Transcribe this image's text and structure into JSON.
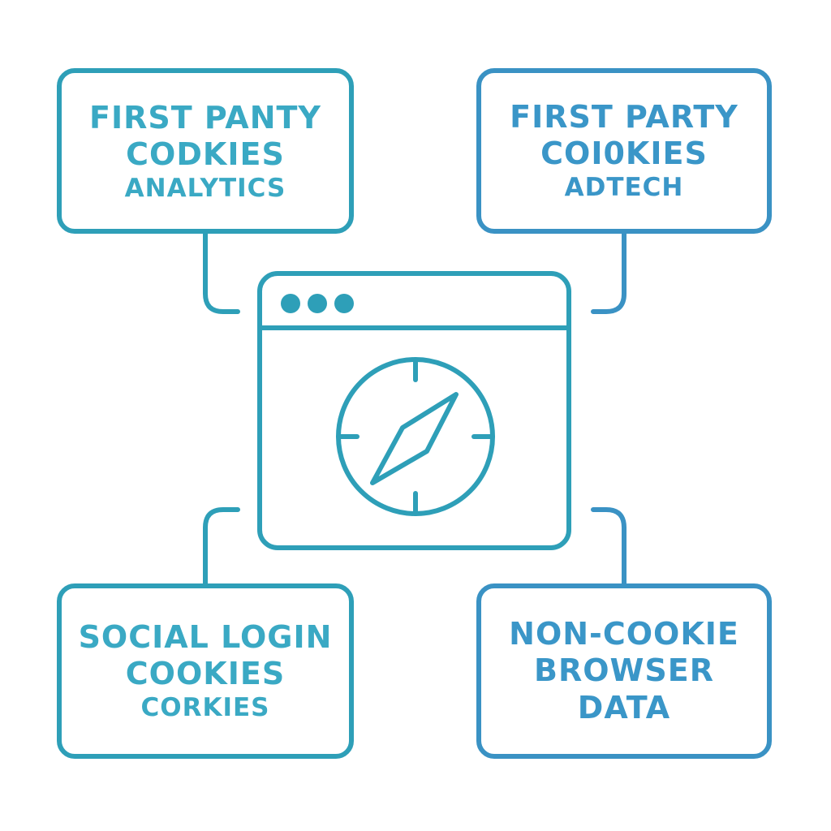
{
  "diagram": {
    "colors": {
      "teal": "#2e9fb8",
      "blue": "#3a92c4",
      "background": "#ffffff"
    },
    "center": {
      "kind": "browser-window",
      "icon": "compass-icon"
    },
    "boxes": [
      {
        "id": "top-left",
        "lines": [
          "FIRST PANTY",
          "CODKIES",
          "ANALYTICS"
        ]
      },
      {
        "id": "top-right",
        "lines": [
          "FIRST PARTY",
          "COI0KIES",
          "ADTECH"
        ]
      },
      {
        "id": "bottom-left",
        "lines": [
          "SOCIAL LOGIN",
          "COOKIES",
          "CORKIES"
        ]
      },
      {
        "id": "bottom-right",
        "lines": [
          "NON-COOKIE",
          "BROWSER",
          "DATA"
        ]
      }
    ]
  }
}
